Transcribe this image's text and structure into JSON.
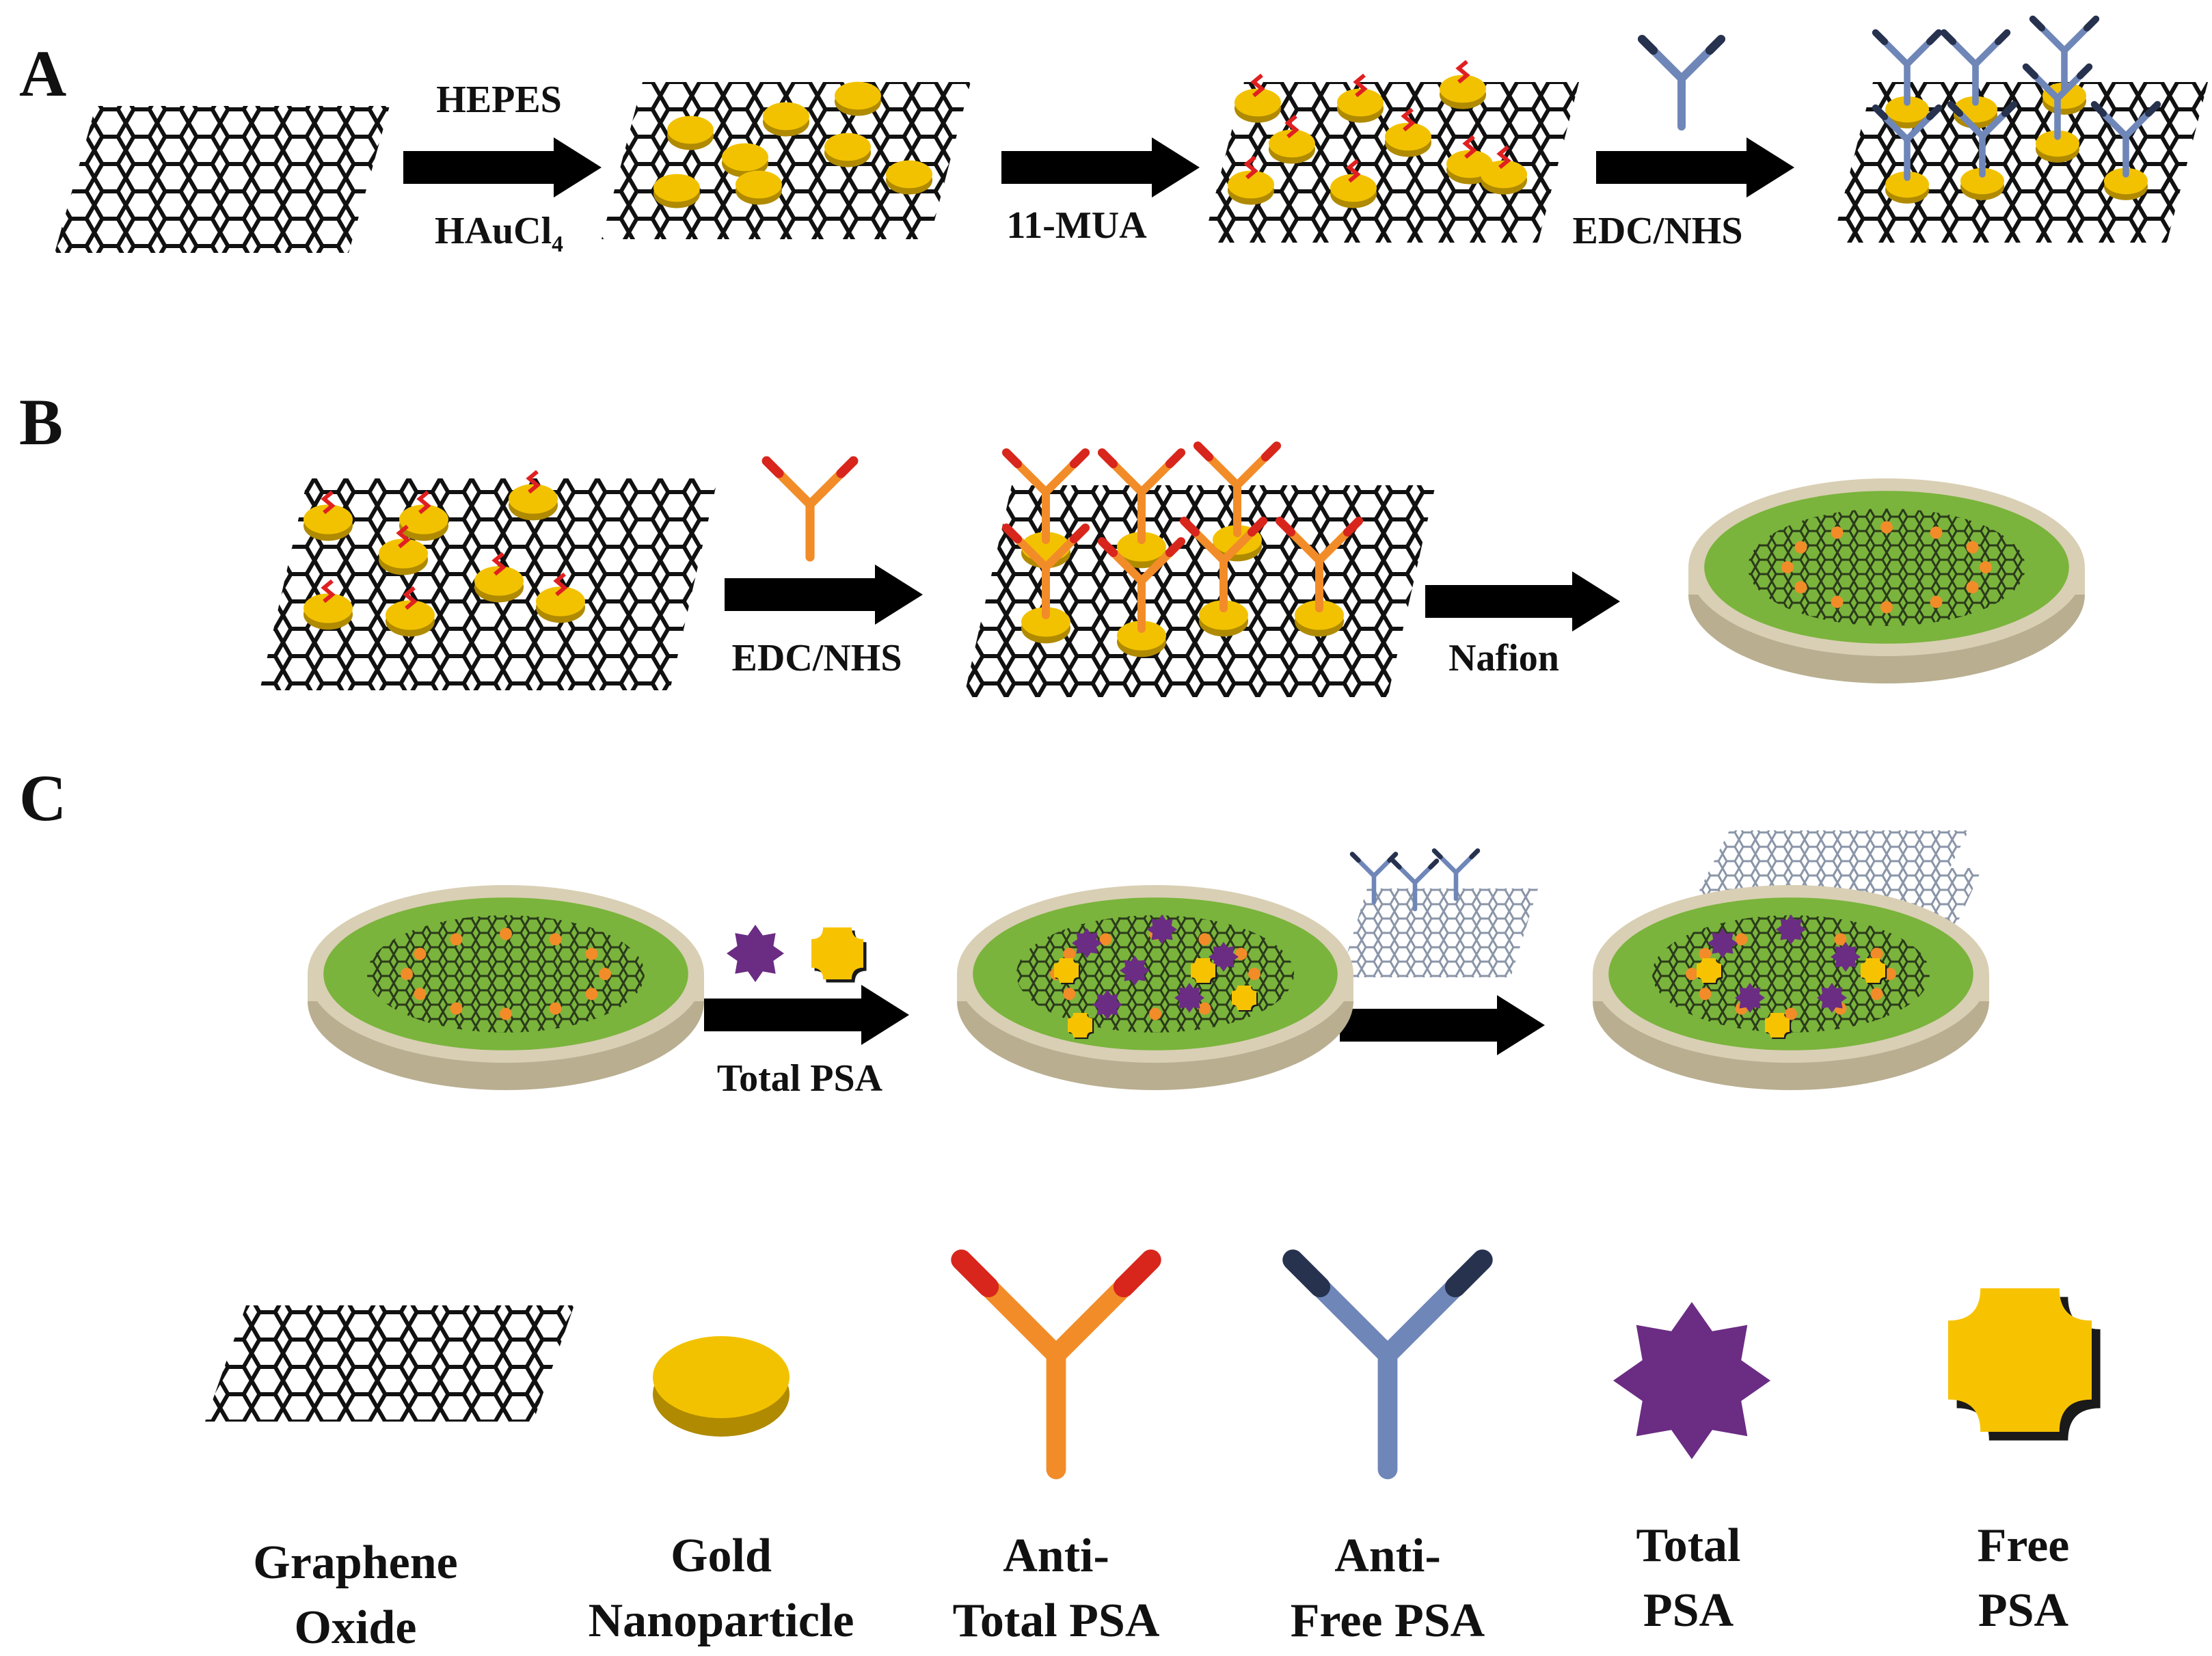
{
  "panels": {
    "a": {
      "letter": "A"
    },
    "b": {
      "letter": "B"
    },
    "c": {
      "letter": "C"
    }
  },
  "steps": {
    "a1_top": "HEPES",
    "a1_bottom_main": "HAuCl",
    "a1_bottom_sub": "4",
    "a2_bottom": "11-MUA",
    "a3_bottom": "EDC/NHS",
    "b1_bottom": "EDC/NHS",
    "b2_bottom": "Nafion",
    "c1_bottom": "Total PSA"
  },
  "legend": {
    "graphene": "Graphene\nOxide",
    "gold": "Gold\nNanoparticle",
    "anti_total": "Anti-\nTotal PSA",
    "anti_free": "Anti-\nFree PSA",
    "total_psa": "Total\nPSA",
    "free_psa": "Free\nPSA"
  },
  "colors": {
    "graphene": "#111111",
    "gold": "#f2c200",
    "gold_dark": "#b08a00",
    "linker": "#e02020",
    "anti_total": "#f28c28",
    "anti_total_tip": "#d8261c",
    "anti_free": "#6f86b8",
    "anti_free_tip": "#27324f",
    "total_psa": "#6b2c83",
    "free_psa": "#f7c300",
    "electrode_face": "#7ab43c",
    "electrode_rim": "#d9cfb4",
    "arrow": "#000000"
  },
  "icons": {
    "arrow": "right-arrow",
    "sheet": "graphene-sheet",
    "electrode": "electrode-disk"
  }
}
